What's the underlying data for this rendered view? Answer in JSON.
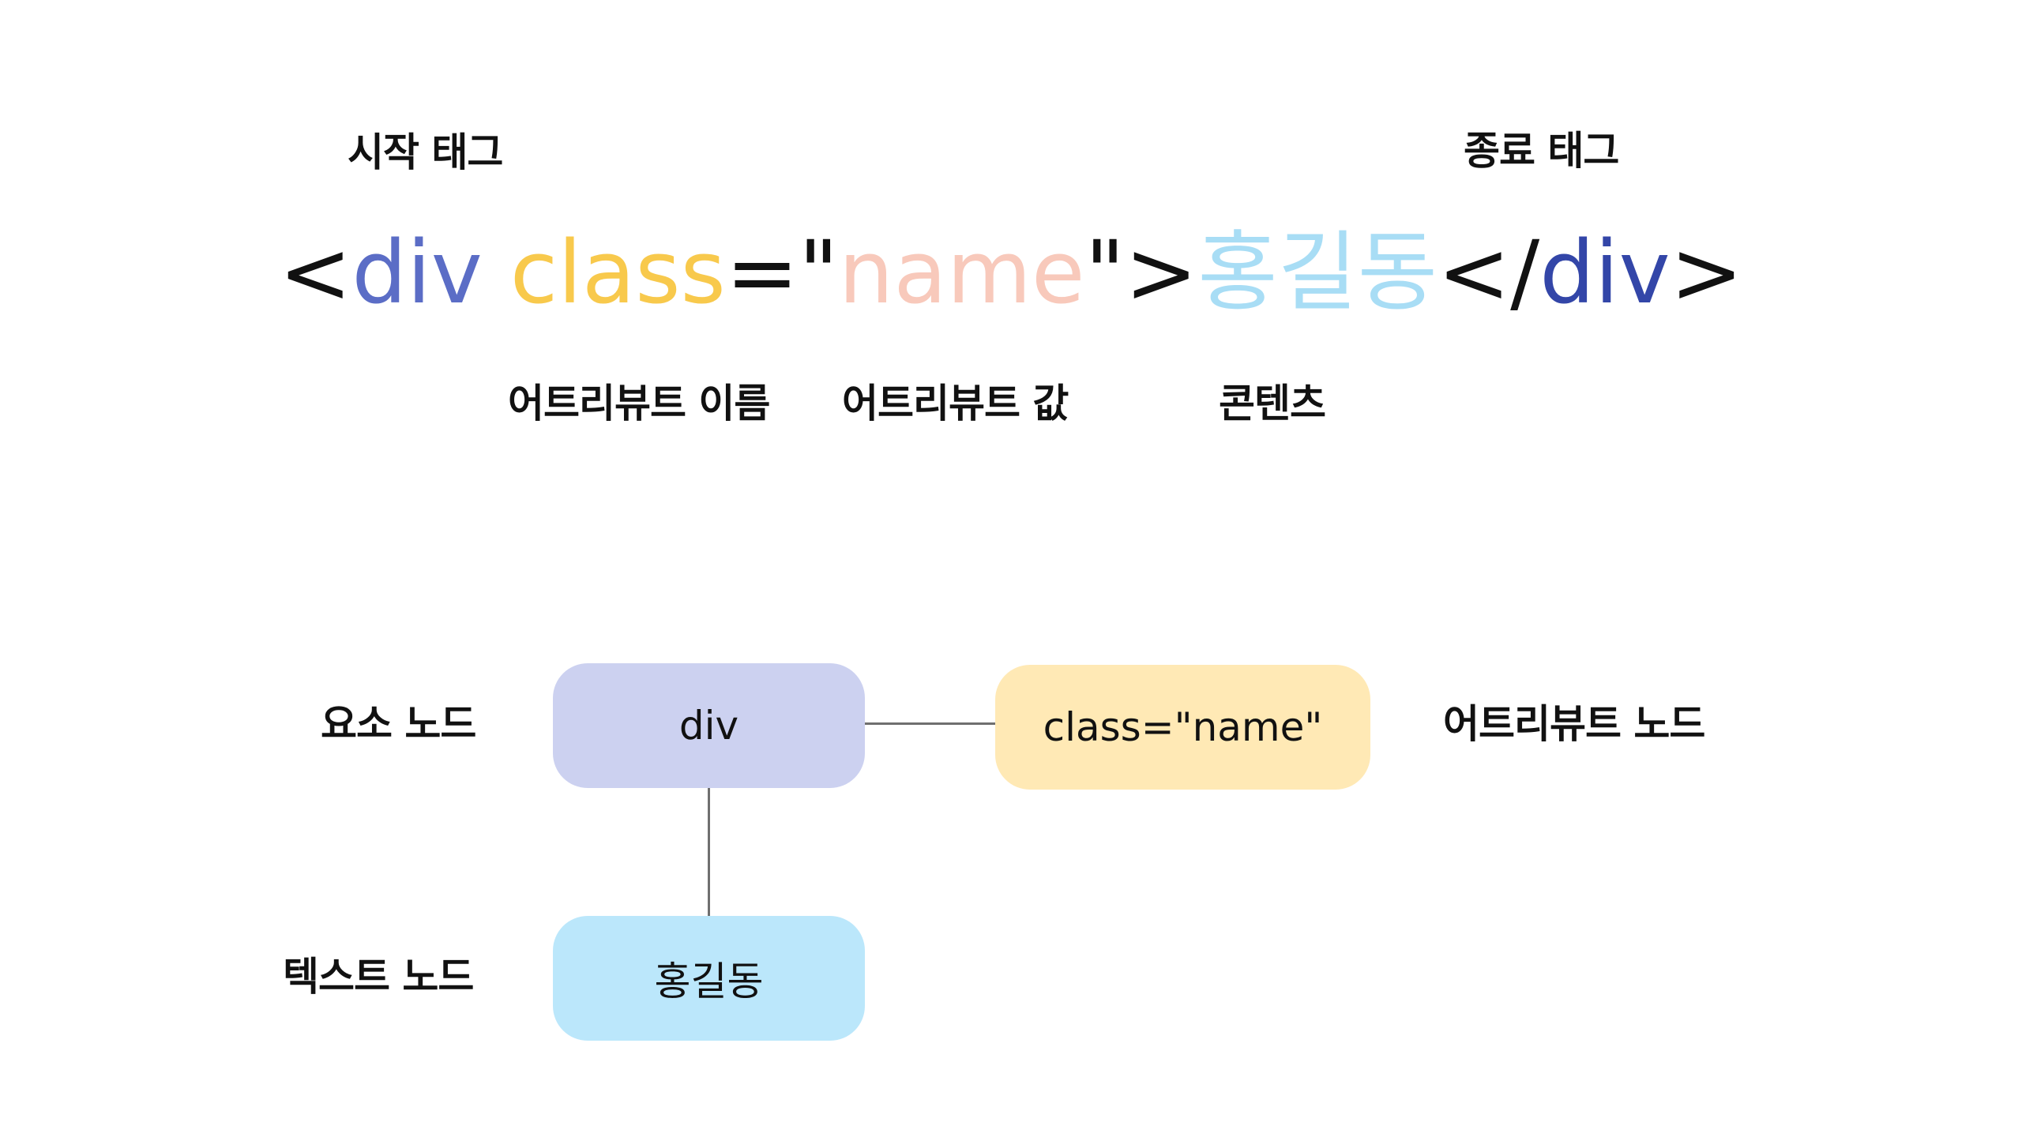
{
  "colors": {
    "tag_name": "#5b6dc6",
    "end_tag_name": "#3346a8",
    "attr_name": "#f8c94c",
    "attr_value": "#f8c9bb",
    "content": "#a8ddf5",
    "punctuation": "#111111",
    "element_node_bg": "#ccd1f0",
    "attribute_node_bg": "#ffe9b5",
    "text_node_bg": "#bbe7fb"
  },
  "labels": {
    "start_tag": "시작 태그",
    "end_tag": "종료 태그",
    "attribute_name": "어트리뷰트 이름",
    "attribute_value": "어트리뷰트 값",
    "content": "콘텐츠"
  },
  "code": {
    "open_bracket": "<",
    "tag_name": "div",
    "space": " ",
    "attr_name": "class",
    "equals_quote": "=\"",
    "attr_value": "name",
    "quote_close": "\">",
    "content": "홍길동",
    "close_open": "</",
    "end_tag_name": "div",
    "close_bracket": ">"
  },
  "tree": {
    "element_node_label": "요소 노드",
    "attribute_node_label": "어트리뷰트 노드",
    "text_node_label": "텍스트 노드",
    "element_node_text": "div",
    "attribute_node_text": "class=\"name\"",
    "text_node_text": "홍길동"
  }
}
